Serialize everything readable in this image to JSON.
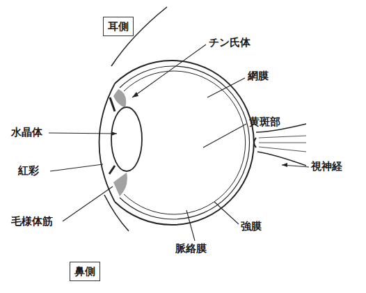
{
  "diagram": {
    "nodes": [
      {
        "text": [
          "耳側"
        ]
      },
      {
        "text": [
          "鼻側"
        ]
      }
    ],
    "labels": [
      "チン氏体",
      "網膜",
      "黄斑部",
      "水晶体",
      "視神経",
      "紅彩",
      "毛様体筋",
      "強膜",
      "脈絡膜"
    ]
  }
}
